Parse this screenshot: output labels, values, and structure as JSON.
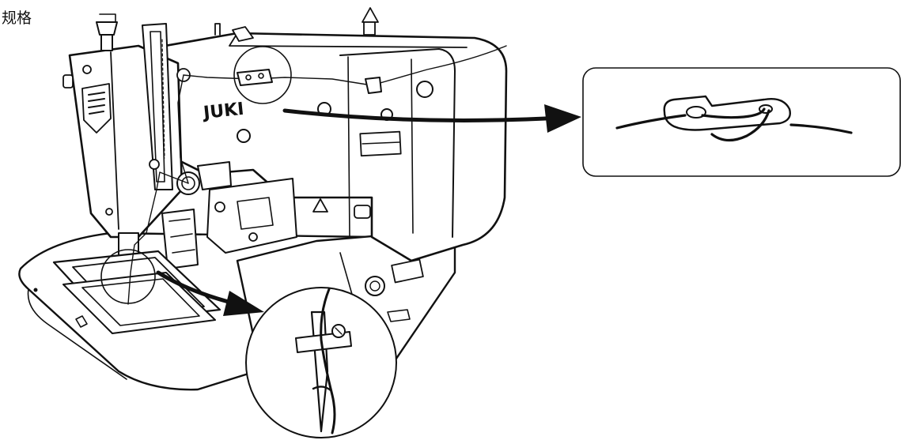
{
  "page": {
    "title": "规格"
  },
  "machine": {
    "brand_label": "JUKI"
  },
  "callouts": [
    {
      "name": "thread-guide-detail"
    },
    {
      "name": "needle-eye-detail"
    }
  ]
}
